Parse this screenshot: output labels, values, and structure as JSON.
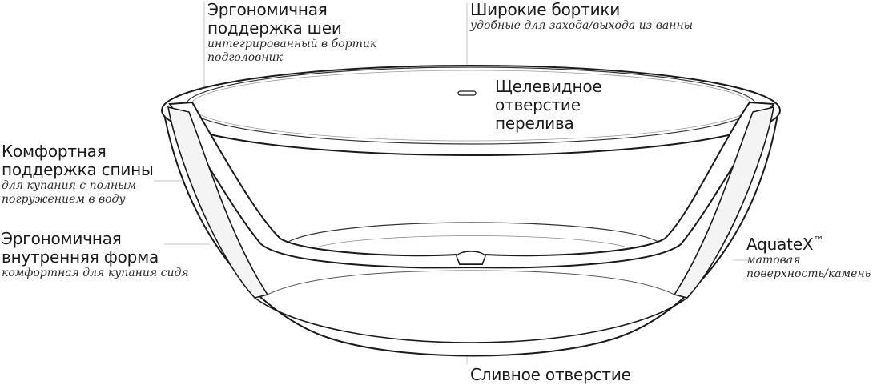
{
  "labels": {
    "neck": {
      "title_1": "Эргономичная",
      "title_2": "поддержка шеи",
      "desc_1": "интегрированный в бортик",
      "desc_2": "подголовник"
    },
    "rim": {
      "title": "Широкие бортики",
      "desc": "удобные для захода/выхода из ванны"
    },
    "overflow": {
      "title_1": "Щелевидное",
      "title_2": "отверстие",
      "title_3": "перелива"
    },
    "back": {
      "title_1": "Комфортная",
      "title_2": "поддержка спины",
      "desc_1": "для купания с полным",
      "desc_2": "погружением в воду"
    },
    "inner": {
      "title_1": "Эргономичная",
      "title_2": "внутренняя форма",
      "desc": "комфортная для купания сидя"
    },
    "material": {
      "title": "AquateX",
      "mark": "™",
      "desc_1": "матовая",
      "desc_2": "поверхность/камень"
    },
    "drain": {
      "title": "Сливное отверстие"
    }
  },
  "colors": {
    "outline": "#1a1a1a",
    "leader": "#bdbdbd",
    "section_fill": "#f4f4f4"
  }
}
